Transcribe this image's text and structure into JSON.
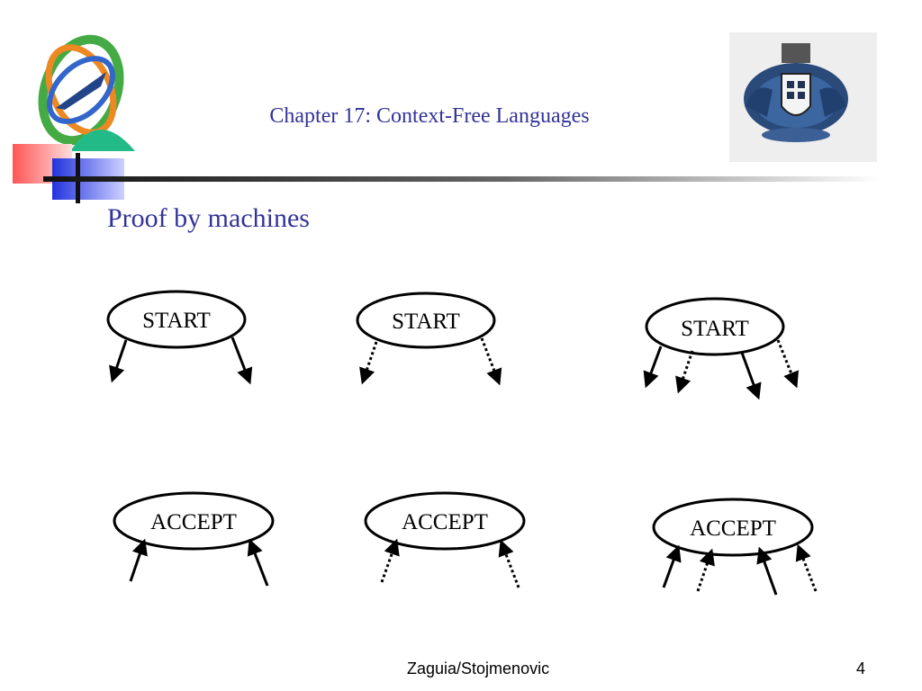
{
  "header": {
    "title": "Chapter 17: Context-Free Languages"
  },
  "slide": {
    "heading": "Proof by machines"
  },
  "diagrams": [
    {
      "start_label": "START",
      "accept_label": "ACCEPT",
      "arrow_style": "solid"
    },
    {
      "start_label": "START",
      "accept_label": "ACCEPT",
      "arrow_style": "dotted"
    },
    {
      "start_label": "START",
      "accept_label": "ACCEPT",
      "arrow_style": "mixed"
    }
  ],
  "footer": {
    "author": "Zaguia/Stojmenovic",
    "page": "4"
  },
  "colors": {
    "title": "#333399",
    "rule": "#222222"
  },
  "icons": {
    "left_logo": "corporate-logo-icon",
    "right_logo": "university-crest-icon"
  }
}
